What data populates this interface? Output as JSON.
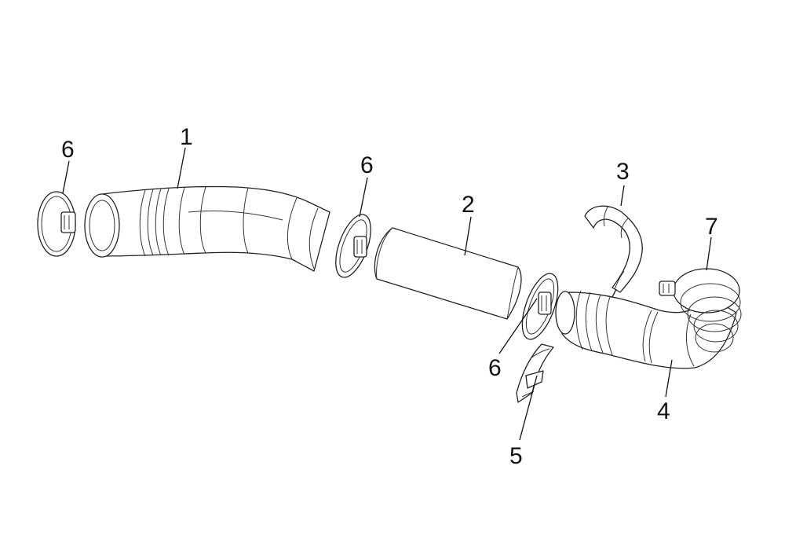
{
  "diagram": {
    "callouts": {
      "hose_1": "1",
      "tube_2": "2",
      "breather_3": "3",
      "duct_4": "4",
      "bracket_5": "5",
      "clamp_6a": "6",
      "clamp_6b": "6",
      "clamp_6c": "6",
      "clamp_7": "7"
    }
  },
  "colors": {
    "line": "#222222",
    "background": "#ffffff"
  }
}
